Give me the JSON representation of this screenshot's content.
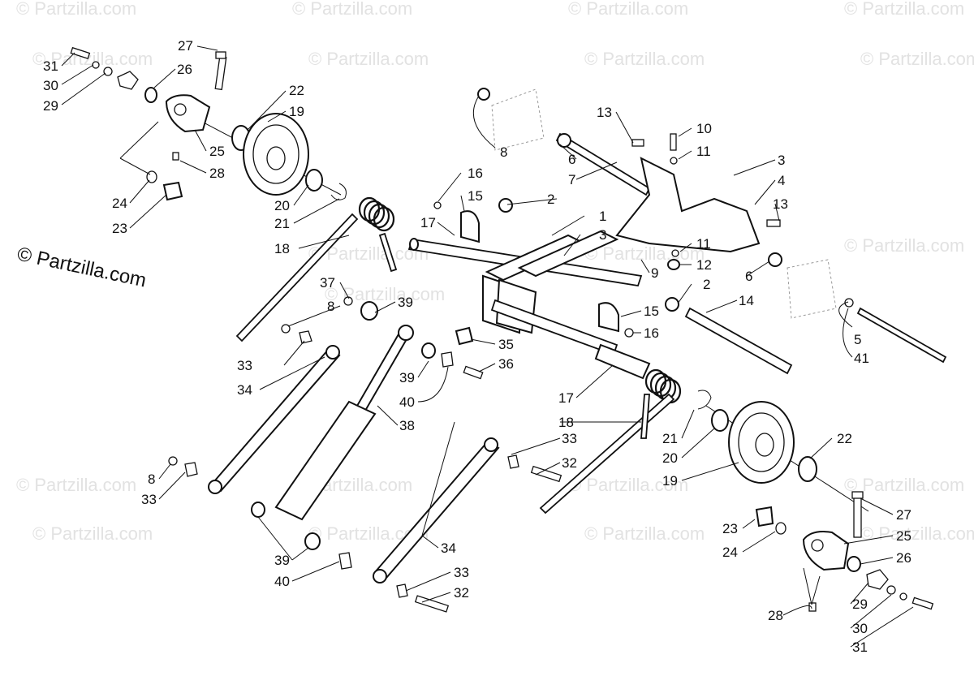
{
  "watermark": "© Partzilla.com",
  "brand_label": "© Partzilla.com",
  "callouts": [
    {
      "id": "c1",
      "text": "27"
    },
    {
      "id": "c2",
      "text": "31"
    },
    {
      "id": "c3",
      "text": "26"
    },
    {
      "id": "c4",
      "text": "30"
    },
    {
      "id": "c5",
      "text": "29"
    },
    {
      "id": "c6",
      "text": "22"
    },
    {
      "id": "c7",
      "text": "19"
    },
    {
      "id": "c8",
      "text": "25"
    },
    {
      "id": "c9",
      "text": "28"
    },
    {
      "id": "c10",
      "text": "24"
    },
    {
      "id": "c11",
      "text": "23"
    },
    {
      "id": "c12",
      "text": "20"
    },
    {
      "id": "c13",
      "text": "21"
    },
    {
      "id": "c14",
      "text": "18"
    },
    {
      "id": "c15",
      "text": "13"
    },
    {
      "id": "c16",
      "text": "10"
    },
    {
      "id": "c17",
      "text": "11"
    },
    {
      "id": "c18",
      "text": "8"
    },
    {
      "id": "c19",
      "text": "6"
    },
    {
      "id": "c20",
      "text": "3"
    },
    {
      "id": "c21",
      "text": "7"
    },
    {
      "id": "c22",
      "text": "4"
    },
    {
      "id": "c23",
      "text": "16"
    },
    {
      "id": "c24",
      "text": "13"
    },
    {
      "id": "c25",
      "text": "15"
    },
    {
      "id": "c26",
      "text": "2"
    },
    {
      "id": "c27",
      "text": "1"
    },
    {
      "id": "c28",
      "text": "17"
    },
    {
      "id": "c29",
      "text": "3"
    },
    {
      "id": "c30",
      "text": "11"
    },
    {
      "id": "c31",
      "text": "12"
    },
    {
      "id": "c32",
      "text": "9"
    },
    {
      "id": "c33",
      "text": "6"
    },
    {
      "id": "c34",
      "text": "37"
    },
    {
      "id": "c35",
      "text": "8"
    },
    {
      "id": "c36",
      "text": "39"
    },
    {
      "id": "c37",
      "text": "2"
    },
    {
      "id": "c38",
      "text": "15"
    },
    {
      "id": "c39",
      "text": "14"
    },
    {
      "id": "c40",
      "text": "16"
    },
    {
      "id": "c41",
      "text": "35"
    },
    {
      "id": "c42",
      "text": "36"
    },
    {
      "id": "c43",
      "text": "5"
    },
    {
      "id": "c44",
      "text": "41"
    },
    {
      "id": "c45",
      "text": "33"
    },
    {
      "id": "c46",
      "text": "34"
    },
    {
      "id": "c47",
      "text": "39"
    },
    {
      "id": "c48",
      "text": "40"
    },
    {
      "id": "c49",
      "text": "17"
    },
    {
      "id": "c50",
      "text": "38"
    },
    {
      "id": "c51",
      "text": "18"
    },
    {
      "id": "c52",
      "text": "33"
    },
    {
      "id": "c53",
      "text": "32"
    },
    {
      "id": "c54",
      "text": "21"
    },
    {
      "id": "c55",
      "text": "22"
    },
    {
      "id": "c56",
      "text": "20"
    },
    {
      "id": "c57",
      "text": "19"
    },
    {
      "id": "c58",
      "text": "8"
    },
    {
      "id": "c59",
      "text": "33"
    },
    {
      "id": "c60",
      "text": "27"
    },
    {
      "id": "c61",
      "text": "23"
    },
    {
      "id": "c62",
      "text": "25"
    },
    {
      "id": "c63",
      "text": "24"
    },
    {
      "id": "c64",
      "text": "26"
    },
    {
      "id": "c65",
      "text": "39"
    },
    {
      "id": "c66",
      "text": "40"
    },
    {
      "id": "c67",
      "text": "34"
    },
    {
      "id": "c68",
      "text": "33"
    },
    {
      "id": "c69",
      "text": "32"
    },
    {
      "id": "c70",
      "text": "28"
    },
    {
      "id": "c71",
      "text": "29"
    },
    {
      "id": "c72",
      "text": "30"
    },
    {
      "id": "c73",
      "text": "31"
    }
  ]
}
